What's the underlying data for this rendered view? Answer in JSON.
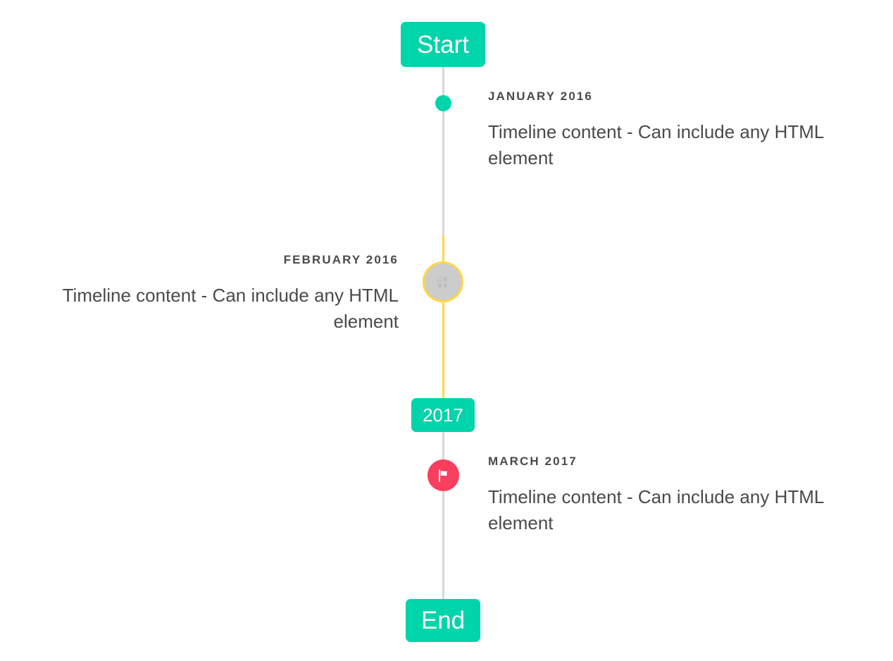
{
  "timeline": {
    "accent_color": "#00d4aa",
    "highlight_color": "#ffd740",
    "marker_alt_color": "#fa3e5e",
    "rail_color": "#d8d8d8",
    "text_color": "#4a4a4a",
    "start_label": "Start",
    "mid_label": "2017",
    "end_label": "End",
    "events": [
      {
        "date": "JANUARY 2016",
        "body": "Timeline content - Can include any HTML element",
        "side": "right",
        "marker": "dot-marker-icon"
      },
      {
        "date": "FEBRUARY 2016",
        "body": "Timeline content - Can include any HTML element",
        "side": "left",
        "marker": "missing-glyph-icon"
      },
      {
        "date": "MARCH 2017",
        "body": "Timeline content - Can include any HTML element",
        "side": "right",
        "marker": "flag-icon"
      }
    ]
  }
}
